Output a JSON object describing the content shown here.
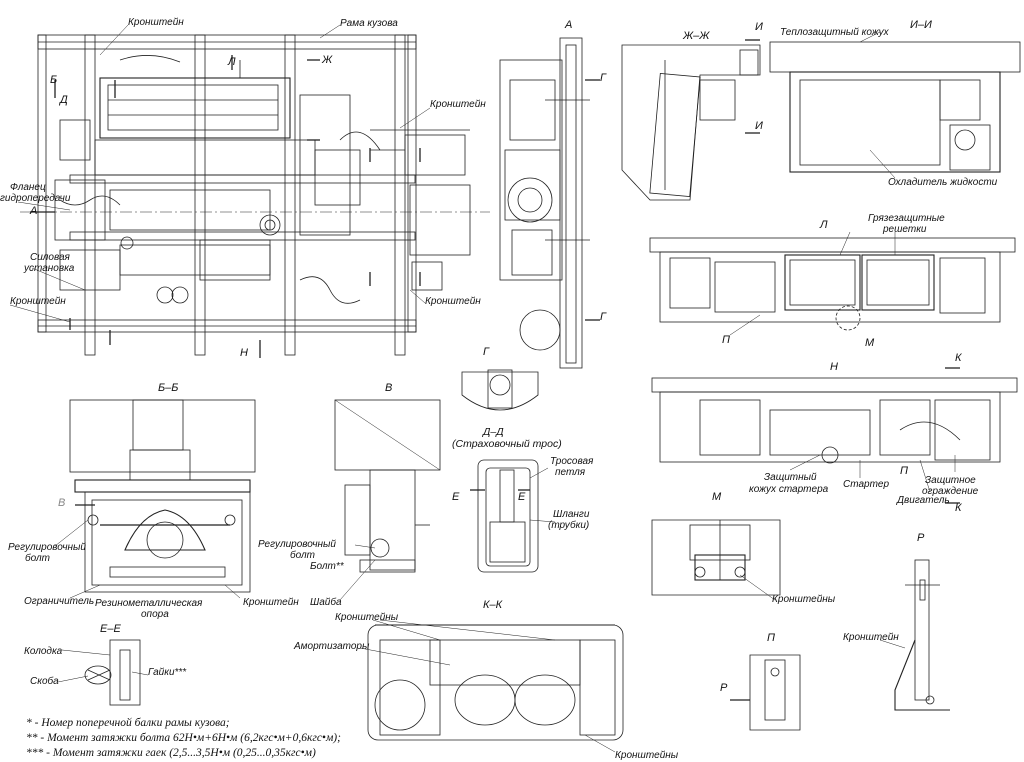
{
  "main_view": {
    "bracket_top": "Кронштейн",
    "body_frame": "Рама кузова",
    "flange": "Фланец",
    "flange2": "гидропередачи",
    "power_unit": "Силовая",
    "power_unit2": "установка",
    "bracket_left": "Кронштейн",
    "bracket_mid": "Кронштейн",
    "bracket_low": "Кронштейн",
    "cuts": {
      "b": "Б",
      "d": "Д",
      "l": "Л",
      "zh": "Ж",
      "a": "А",
      "n": "Н"
    }
  },
  "view_a": {
    "title": "А",
    "g": "Г"
  },
  "view_zh": {
    "title": "Ж–Ж",
    "i": "И"
  },
  "view_ii": {
    "title": "И–И",
    "heat_shield": "Теплозащитный кожух",
    "cooler": "Охладитель жидкости"
  },
  "view_l": {
    "title": "Л",
    "grilles": "Грязезащитные",
    "grilles2": "решетки",
    "p": "П",
    "m": "М"
  },
  "view_g": {
    "title": "Г"
  },
  "view_n": {
    "title": "Н",
    "k": "К",
    "starter_cover": "Защитный",
    "starter_cover2": "кожух стартера",
    "starter": "Стартер",
    "engine": "Двигатель",
    "guard": "Защитное",
    "guard2": "ограждение",
    "p": "П"
  },
  "section_bb": {
    "title": "Б–Б",
    "adj_bolt": "Регулировочный",
    "adj_bolt2": "болт",
    "limiter": "Ограничитель",
    "rubber_mount": "Резинометаллическая",
    "rubber_mount2": "опора",
    "bracket": "Кронштейн",
    "v": "В"
  },
  "view_v": {
    "title": "В",
    "adj_bolt": "Регулировочный",
    "adj_bolt2": "болт",
    "bolt": "Болт**",
    "washer": "Шайба"
  },
  "section_dd": {
    "title": "Д–Д",
    "subtitle": "(Страховочный трос)",
    "loop": "Тросовая",
    "loop2": "петля",
    "hoses": "Шланги",
    "hoses2": "(трубки)",
    "e": "Е"
  },
  "view_m": {
    "title": "М",
    "brackets": "Кронштейны"
  },
  "view_r": {
    "title": "Р",
    "bracket": "Кронштейн"
  },
  "view_p": {
    "title": "П",
    "r": "Р"
  },
  "section_ee": {
    "title": "Е–Е",
    "pad": "Колодка",
    "clamp": "Скоба",
    "nuts": "Гайки***"
  },
  "section_kk": {
    "title": "К–К",
    "brackets": "Кронштейны",
    "dampers": "Амортизаторы",
    "brackets_bottom": "Кронштейны"
  },
  "notes": [
    "* - Номер поперечной балки рамы кузова;",
    "** - Момент затяжки болта 62Н•м+6Н•м (6,2кгс•м+0,6кгс•м);",
    "*** - Момент затяжки гаек (2,5...3,5Н•м  (0,25...0,35кгс•м)"
  ]
}
